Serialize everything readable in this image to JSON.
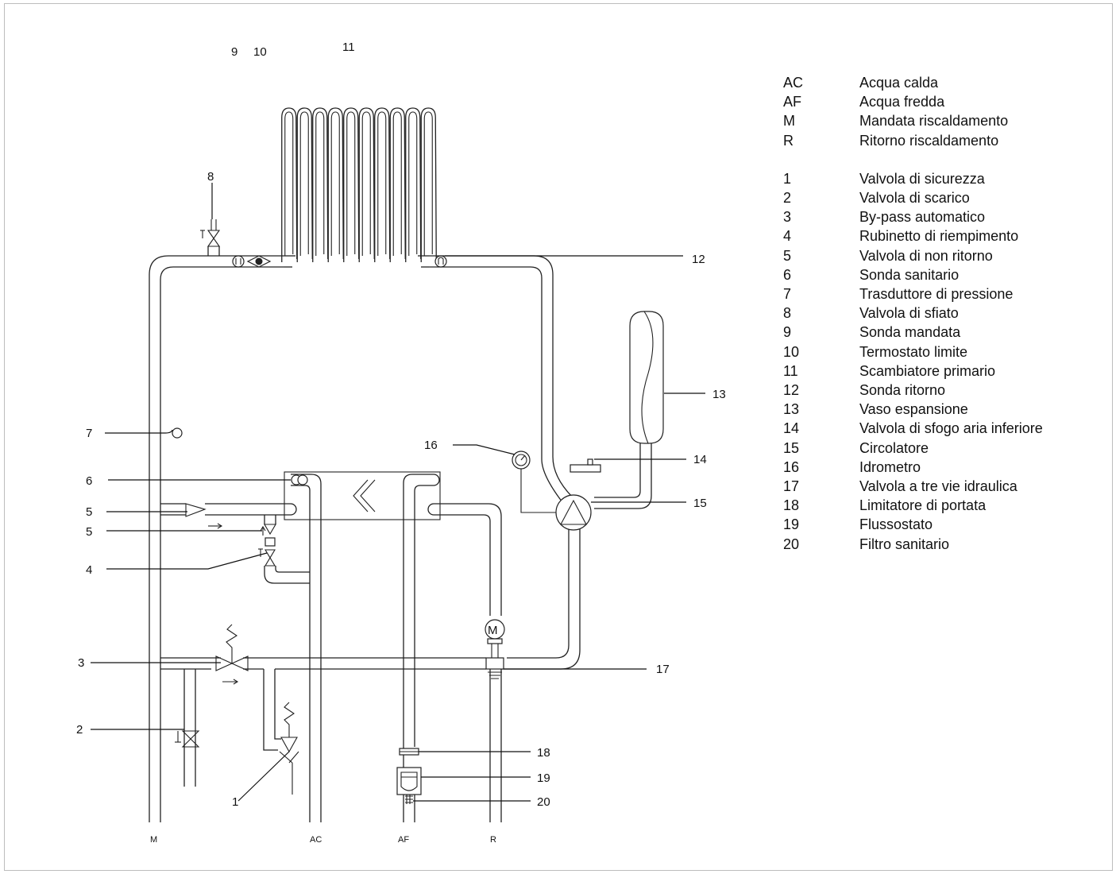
{
  "callouts": [
    "1",
    "2",
    "3",
    "4",
    "5",
    "6",
    "7",
    "8",
    "9",
    "10",
    "11",
    "12",
    "13",
    "14",
    "15",
    "16",
    "17",
    "18",
    "19",
    "20"
  ],
  "connections": {
    "m": "M",
    "ac": "AC",
    "af": "AF",
    "r": "R"
  },
  "legend": {
    "connections": [
      {
        "code": "AC",
        "text": "Acqua calda"
      },
      {
        "code": "AF",
        "text": "Acqua fredda"
      },
      {
        "code": "M",
        "text": "Mandata riscaldamento"
      },
      {
        "code": "R",
        "text": "Ritorno riscaldamento"
      }
    ],
    "components": [
      {
        "code": "1",
        "text": "Valvola di sicurezza"
      },
      {
        "code": "2",
        "text": "Valvola di scarico"
      },
      {
        "code": "3",
        "text": "By-pass automatico"
      },
      {
        "code": "4",
        "text": "Rubinetto di riempimento"
      },
      {
        "code": "5",
        "text": "Valvola di non ritorno"
      },
      {
        "code": "6",
        "text": "Sonda sanitario"
      },
      {
        "code": "7",
        "text": "Trasduttore di pressione"
      },
      {
        "code": "8",
        "text": "Valvola di sfiato"
      },
      {
        "code": "9",
        "text": "Sonda mandata"
      },
      {
        "code": "10",
        "text": "Termostato limite"
      },
      {
        "code": "11",
        "text": "Scambiatore primario"
      },
      {
        "code": "12",
        "text": "Sonda ritorno"
      },
      {
        "code": "13",
        "text": "Vaso espansione"
      },
      {
        "code": "14",
        "text": "Valvola di sfogo aria inferiore"
      },
      {
        "code": "15",
        "text": "Circolatore"
      },
      {
        "code": "16",
        "text": "Idrometro"
      },
      {
        "code": "17",
        "text": "Valvola a tre vie idraulica"
      },
      {
        "code": "18",
        "text": "Limitatore di portata"
      },
      {
        "code": "19",
        "text": "Flussostato"
      },
      {
        "code": "20",
        "text": "Filtro sanitario"
      }
    ]
  }
}
